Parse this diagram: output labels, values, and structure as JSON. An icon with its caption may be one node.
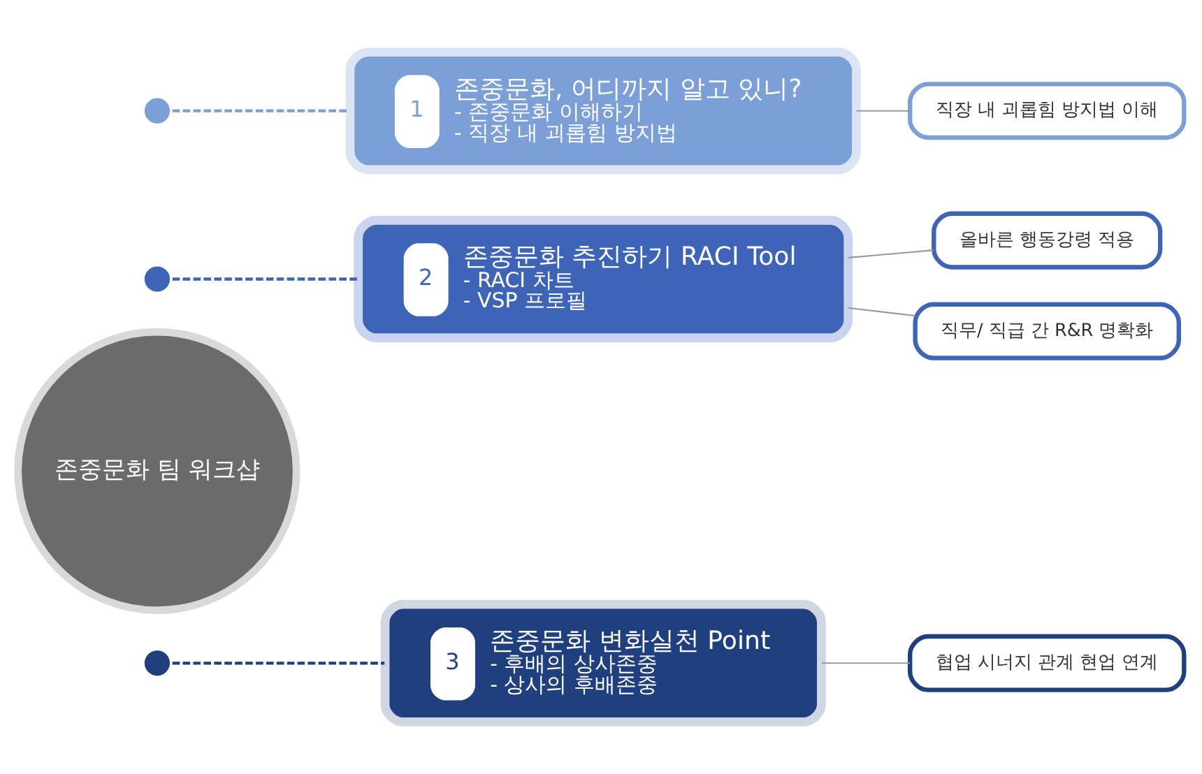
{
  "diagram": {
    "nodes": [
      {
        "text": [
          "존중문화 팀 워크샵"
        ]
      },
      {
        "text": [],
        "shape": "circle"
      },
      {
        "text": [
          "1",
          "존중문화, 어디까지 알고 있니?",
          "- 존중문화 이해하기",
          "- 직장 내 괴롭힘 방지법"
        ]
      },
      {
        "text": [
          "직장 내 괴롭힘 방지법 이해"
        ]
      },
      {
        "text": [],
        "shape": "circle"
      },
      {
        "text": [
          "2",
          "존중문화 추진하기 RACI Tool",
          "- RACI 차트",
          "- VSP 프로필"
        ]
      },
      {
        "text": [
          "올바른 행동강령 적용"
        ]
      },
      {
        "text": [
          "직무/ 직급 간 R&R 명확화"
        ]
      },
      {
        "text": [],
        "shape": "circle"
      },
      {
        "text": [
          "3",
          "존중문화 변화실천 Point",
          "- 후배의 상사존중",
          "- 상사의 후배존중"
        ]
      },
      {
        "text": [
          "협업 시너지 관계 현업 연계"
        ]
      }
    ],
    "edges": [
      {
        "from": 1,
        "to": 2,
        "arrow": "none",
        "style": "dashed",
        "color": "#7b9fd6"
      },
      {
        "from": 2,
        "to": 3,
        "arrow": "none"
      },
      {
        "from": 4,
        "to": 5,
        "arrow": "none",
        "style": "dashed",
        "color": "#3e64b8"
      },
      {
        "from": 5,
        "to": 6,
        "arrow": "none"
      },
      {
        "from": 5,
        "to": 7,
        "arrow": "none"
      },
      {
        "from": 8,
        "to": 9,
        "arrow": "none",
        "style": "dashed",
        "color": "#1f3f7f"
      },
      {
        "from": 9,
        "to": 10,
        "arrow": "none"
      }
    ]
  }
}
